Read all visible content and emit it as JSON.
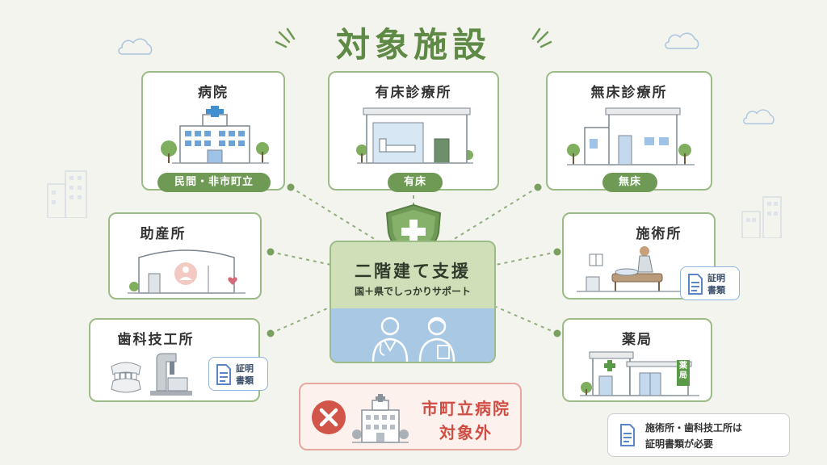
{
  "title": "対象施設",
  "center": {
    "heading": "二階建て支援",
    "subheading": "国＋県でしっかりサポート"
  },
  "facilities": {
    "hospital": {
      "label": "病院",
      "tag": "民間・非市町立"
    },
    "clinic_with_beds": {
      "label": "有床診療所",
      "tag": "有床"
    },
    "clinic_no_beds": {
      "label": "無床診療所",
      "tag": "無床"
    },
    "midwifery": {
      "label": "助産所"
    },
    "practitioner": {
      "label": "施術所",
      "badge": [
        "証明",
        "書類"
      ]
    },
    "dental_lab": {
      "label": "歯科技工所",
      "badge": [
        "証明",
        "書類"
      ]
    },
    "pharmacy": {
      "label": "薬局",
      "sign": "薬局"
    }
  },
  "excluded": {
    "line1": "市町立病院",
    "line2": "対象外"
  },
  "note": {
    "line1": "施術所・歯科技工所は",
    "line2": "証明書類が必要"
  },
  "colors": {
    "accent_green": "#6f9a56",
    "card_border": "#9bbb87",
    "center_green": "#cfdfb8",
    "center_blue": "#a9c8e3",
    "excluded_red": "#d2554a",
    "doc_blue": "#5b86c5"
  },
  "icons": [
    "cloud-icon",
    "shield-cross-icon",
    "doctor-icon",
    "nurse-icon",
    "document-icon",
    "cross-x-icon",
    "tree-icon",
    "heart-icon"
  ]
}
